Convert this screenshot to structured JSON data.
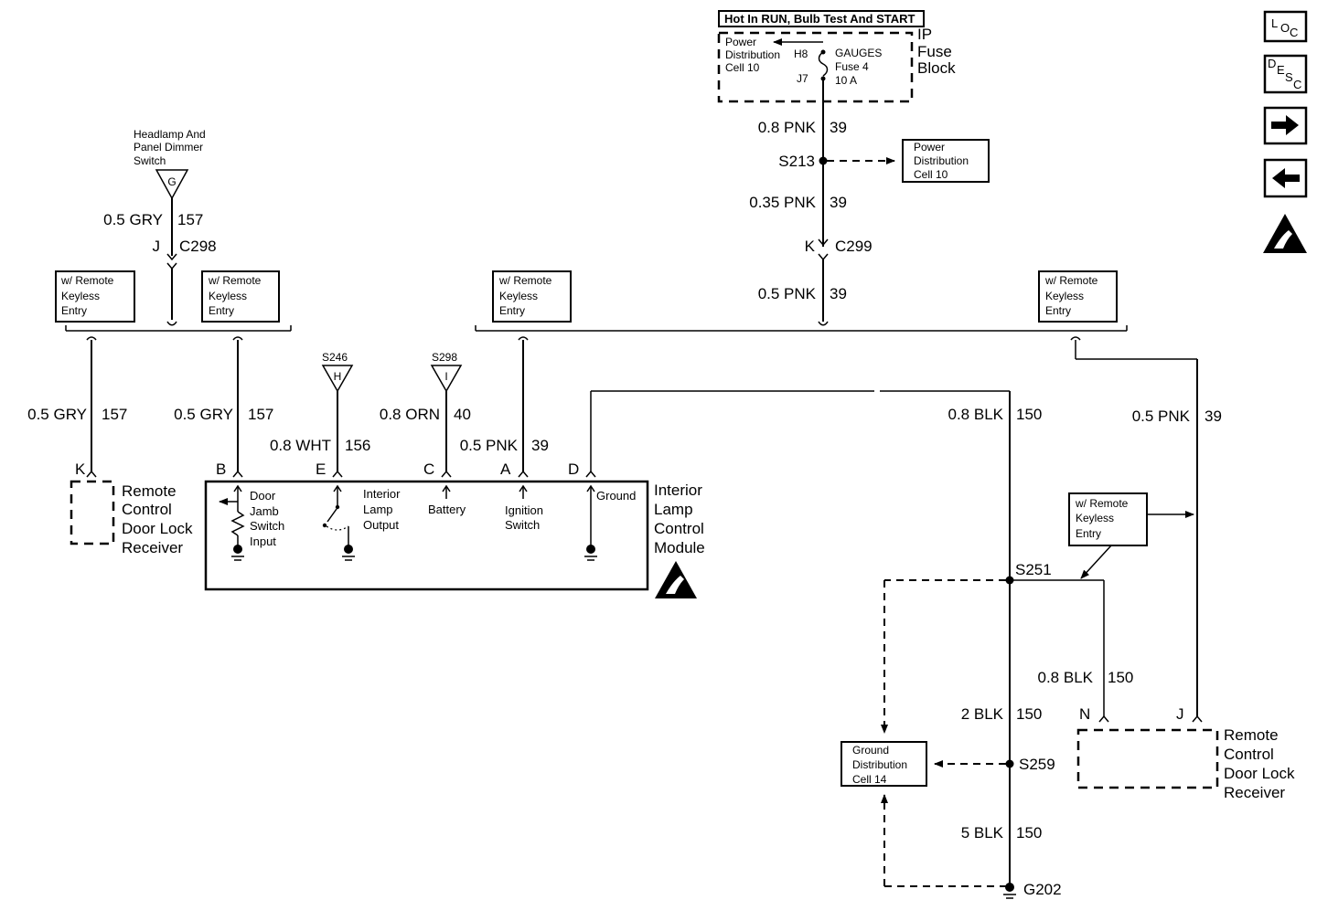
{
  "top_banner": "Hot In RUN, Bulb Test And START",
  "fuse_block": {
    "name": [
      "IP",
      "Fuse",
      "Block"
    ],
    "power_dist": [
      "Power",
      "Distribution",
      "Cell 10"
    ],
    "h8": "H8",
    "j7": "J7",
    "fuse": [
      "GAUGES",
      "Fuse 4",
      "10 A"
    ]
  },
  "wires": {
    "pnk_08": "0.8 PNK",
    "n39": "39",
    "s213": "S213",
    "pd_box": [
      "Power",
      "Distribution",
      "Cell 10"
    ],
    "pnk_035": "0.35 PNK",
    "k": "K",
    "c299": "C299",
    "pnk_05": "0.5 PNK",
    "headlamp": [
      "Headlamp And",
      "Panel Dimmer",
      "Switch"
    ],
    "g": "G",
    "gry_05": "0.5 GRY",
    "n157": "157",
    "j": "J",
    "c298": "C298",
    "s246": "S246",
    "h": "H",
    "s298": "S298",
    "i": "I",
    "wht_08": "0.8 WHT",
    "n156": "156",
    "orn_08": "0.8 ORN",
    "n40": "40",
    "blk_08": "0.8 BLK",
    "n150": "150",
    "blk_2": "2 BLK",
    "blk_5": "5 BLK",
    "s251": "S251",
    "s259": "S259",
    "g202": "G202",
    "gnd_dist": [
      "Ground",
      "Distribution",
      "Cell 14"
    ]
  },
  "rke": [
    "w/ Remote",
    "Keyless",
    "Entry"
  ],
  "pins": {
    "K": "K",
    "B": "B",
    "E": "E",
    "C": "C",
    "A": "A",
    "D": "D",
    "N": "N",
    "J": "J"
  },
  "module": {
    "name": [
      "Interior",
      "Lamp",
      "Control",
      "Module"
    ],
    "door_jamb": [
      "Door",
      "Jamb",
      "Switch",
      "Input"
    ],
    "interior_output": [
      "Interior",
      "Lamp",
      "Output"
    ],
    "battery": "Battery",
    "ignition": [
      "Ignition",
      "Switch"
    ],
    "ground": "Ground"
  },
  "receiver": [
    "Remote",
    "Control",
    "Door Lock",
    "Receiver"
  ],
  "nav": {
    "loc": [
      "L",
      "O",
      "C"
    ],
    "desc": [
      "D",
      "E",
      "S",
      "C"
    ]
  }
}
